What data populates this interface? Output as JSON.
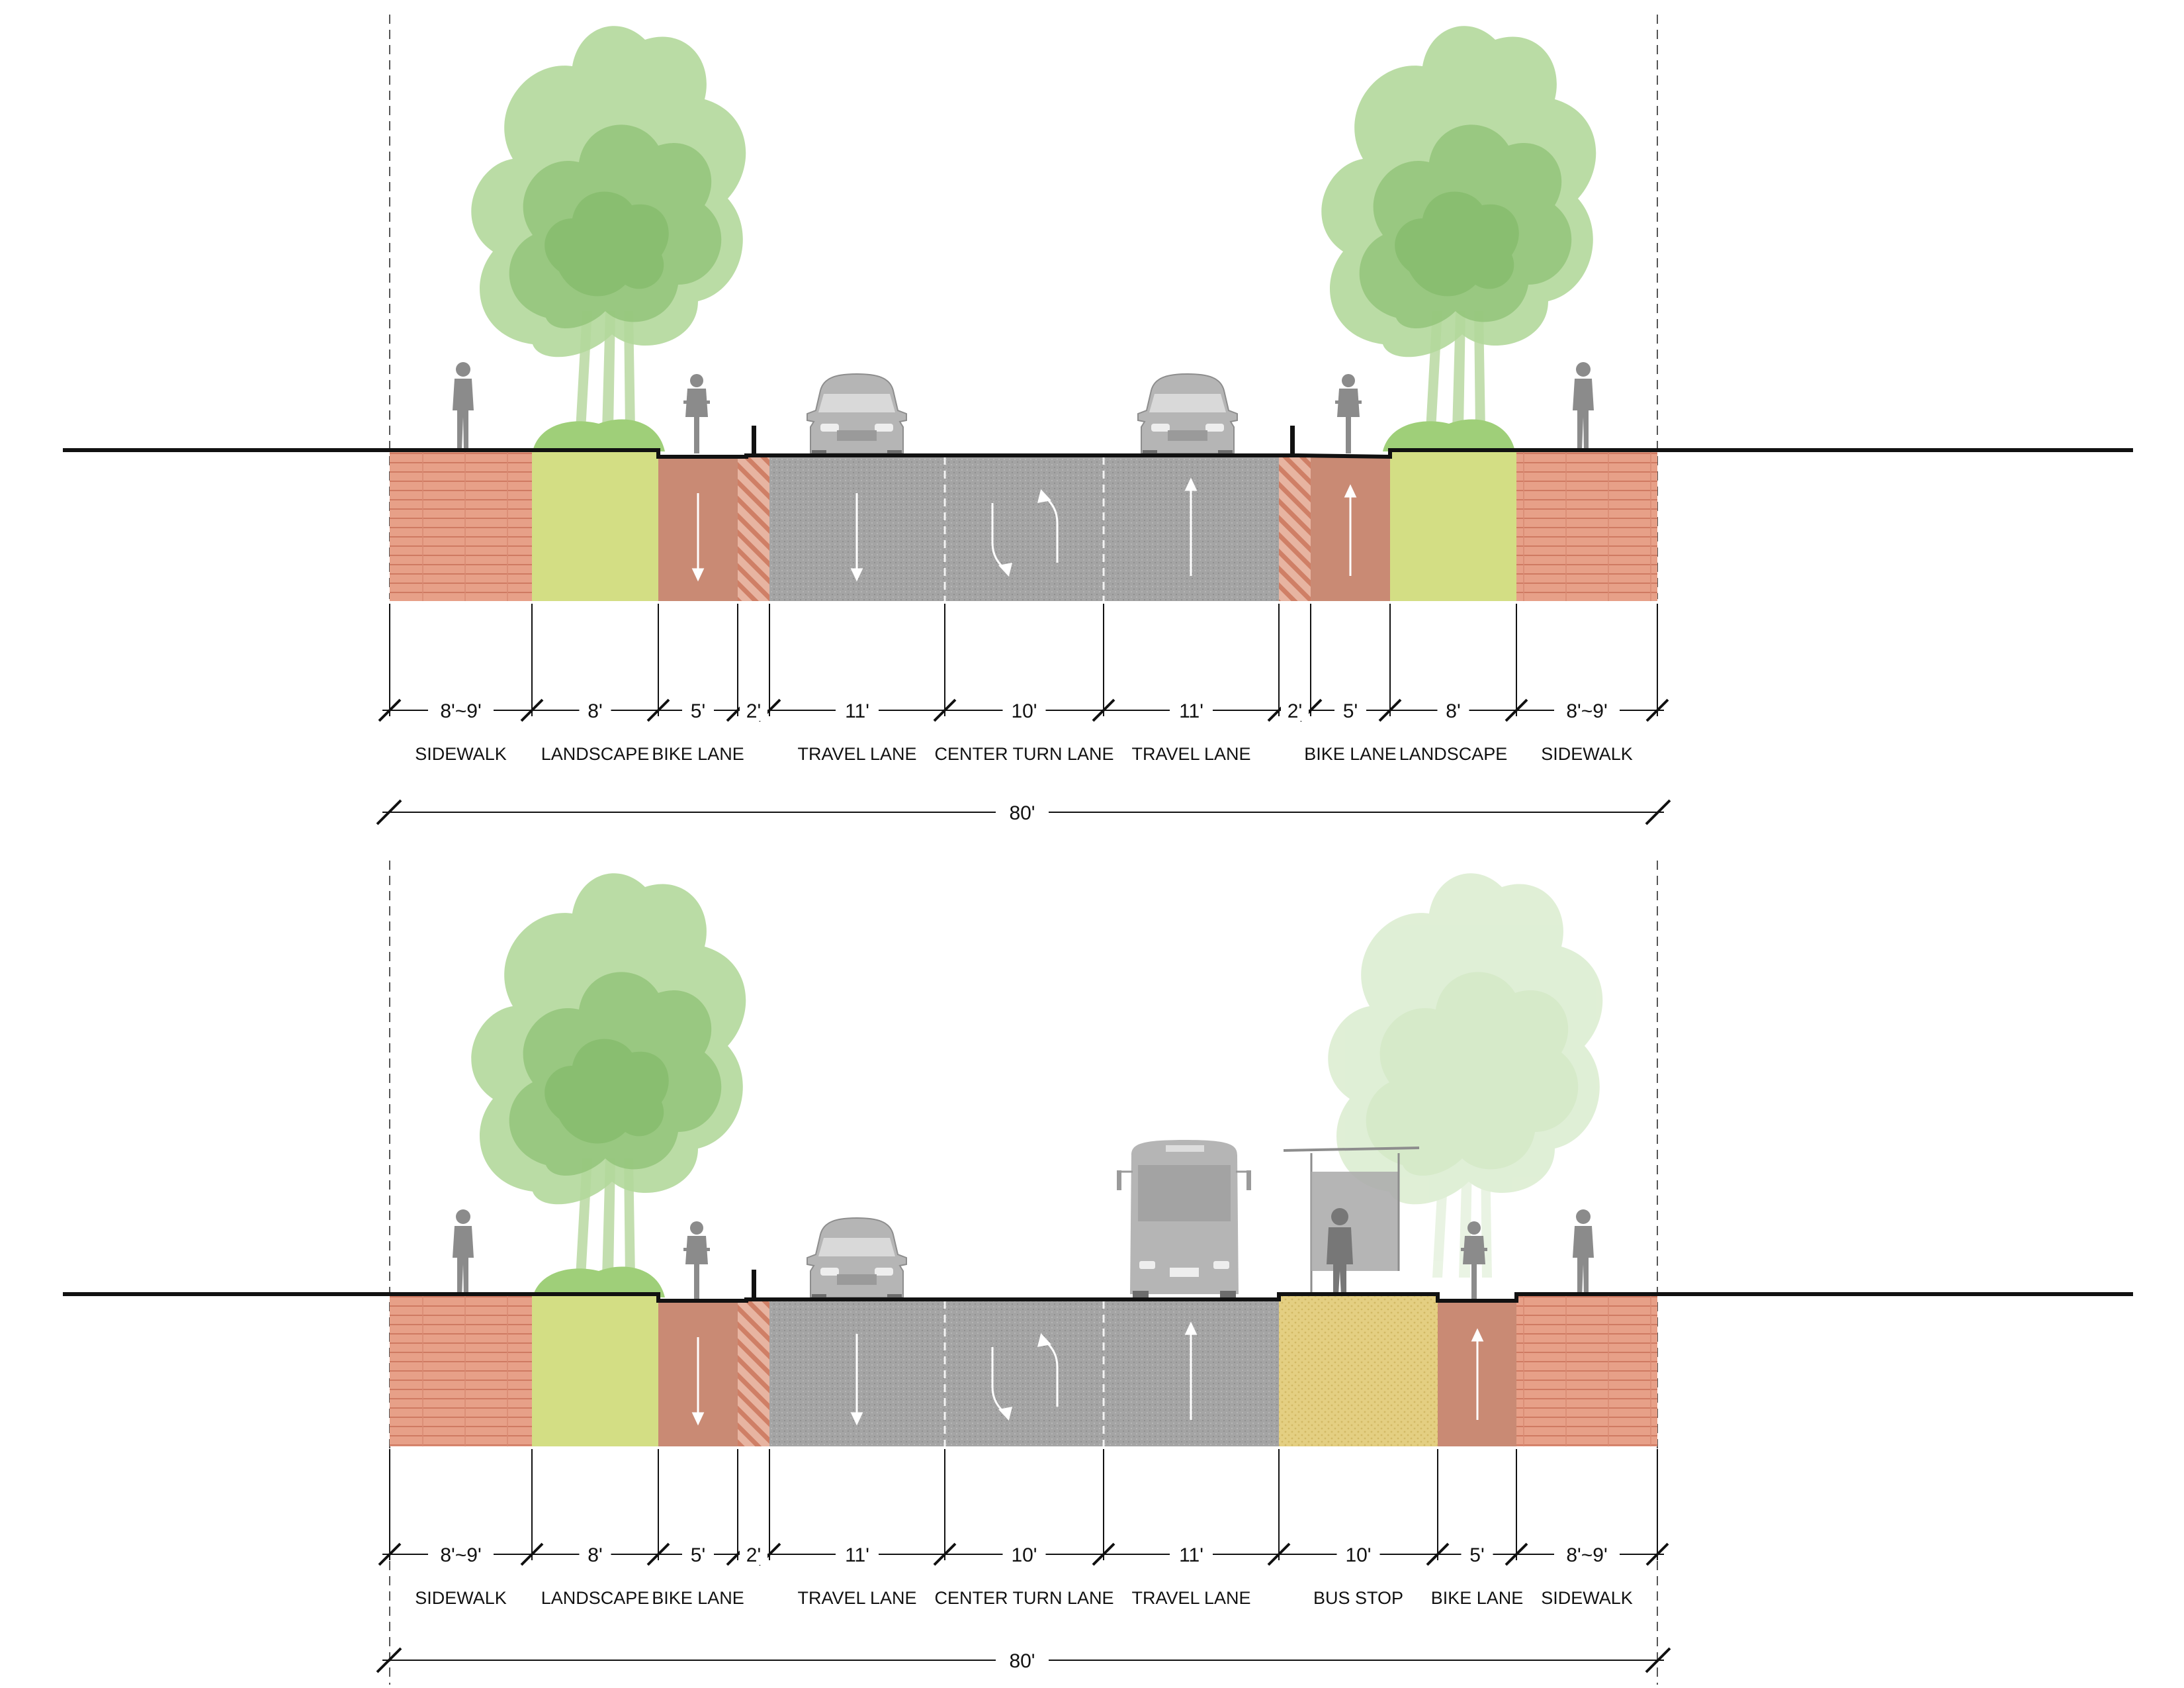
{
  "sections": [
    {
      "id": "existing",
      "total_label": "80'",
      "segments": [
        {
          "type": "sidewalk",
          "dim": "8'~9'",
          "label": "SIDEWALK"
        },
        {
          "type": "landscape",
          "dim": "8'",
          "label": "LANDSCAPE"
        },
        {
          "type": "bike",
          "dim": "5'",
          "label": "BIKE LANE",
          "arrow": "down"
        },
        {
          "type": "buffer",
          "dim": "2'",
          "label": ""
        },
        {
          "type": "travel",
          "dim": "11'",
          "label": "TRAVEL LANE",
          "arrow": "down"
        },
        {
          "type": "turn",
          "dim": "10'",
          "label": "CENTER TURN LANE"
        },
        {
          "type": "travel",
          "dim": "11'",
          "label": "TRAVEL LANE",
          "arrow": "up"
        },
        {
          "type": "buffer",
          "dim": "2'",
          "label": ""
        },
        {
          "type": "bike",
          "dim": "5'",
          "label": "BIKE LANE",
          "arrow": "up"
        },
        {
          "type": "landscape",
          "dim": "8'",
          "label": "LANDSCAPE"
        },
        {
          "type": "sidewalk",
          "dim": "8'~9'",
          "label": "SIDEWALK"
        }
      ]
    },
    {
      "id": "bus-stop",
      "total_label": "80'",
      "segments": [
        {
          "type": "sidewalk",
          "dim": "8'~9'",
          "label": "SIDEWALK"
        },
        {
          "type": "landscape",
          "dim": "8'",
          "label": "LANDSCAPE"
        },
        {
          "type": "bike",
          "dim": "5'",
          "label": "BIKE LANE",
          "arrow": "down"
        },
        {
          "type": "buffer",
          "dim": "2'",
          "label": ""
        },
        {
          "type": "travel",
          "dim": "11'",
          "label": "TRAVEL LANE",
          "arrow": "down"
        },
        {
          "type": "turn",
          "dim": "10'",
          "label": "CENTER TURN LANE"
        },
        {
          "type": "travel",
          "dim": "11'",
          "label": "TRAVEL LANE",
          "arrow": "up"
        },
        {
          "type": "busstop",
          "dim": "10'",
          "label": "BUS STOP"
        },
        {
          "type": "bike",
          "dim": "5'",
          "label": "BIKE LANE",
          "arrow": "up"
        },
        {
          "type": "sidewalk",
          "dim": "8'~9'",
          "label": "SIDEWALK"
        }
      ]
    }
  ],
  "colors": {
    "sidewalk": "#e7a088",
    "sidewalk_line": "#cf7a62",
    "landscape": "#d3de84",
    "bike": "#c98a74",
    "buffer": "#e7b4a1",
    "buffer_hatch": "#cf7f66",
    "asphalt": "#a4a4a4",
    "busstop": "#e4cf82",
    "tree_light": "#a9d28f",
    "tree_dark": "#8fc075",
    "tree_pale": "#d8ebcd",
    "grass": "#9fcf79",
    "vehicle": "#b5b5b5",
    "person": "#8b8b8b",
    "ground_line": "#111111"
  },
  "icons": [
    "tree",
    "pedestrian",
    "cyclist",
    "car",
    "bus",
    "bus-shelter",
    "bollard",
    "lane-arrow",
    "turn-arrow"
  ]
}
